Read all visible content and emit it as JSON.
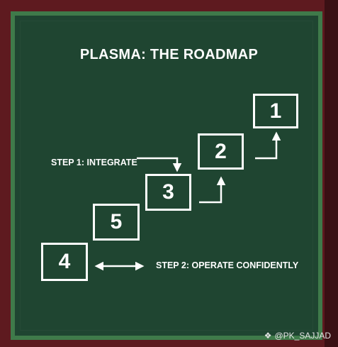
{
  "title": "PLASMA: THE ROADMAP",
  "steps": [
    {
      "number": "1"
    },
    {
      "number": "2"
    },
    {
      "number": "3"
    },
    {
      "number": "5"
    },
    {
      "number": "4"
    }
  ],
  "labels": {
    "step1": "STEP 1: INTEGRATE",
    "step2": "STEP 2: OPERATE CONFIDENTLY"
  },
  "watermark": "@PK_SAJJAD",
  "colors": {
    "background": "#5e1a1f",
    "panel": "#1f4531",
    "panel_border": "#3f7a4a",
    "foreground": "#ffffff"
  }
}
